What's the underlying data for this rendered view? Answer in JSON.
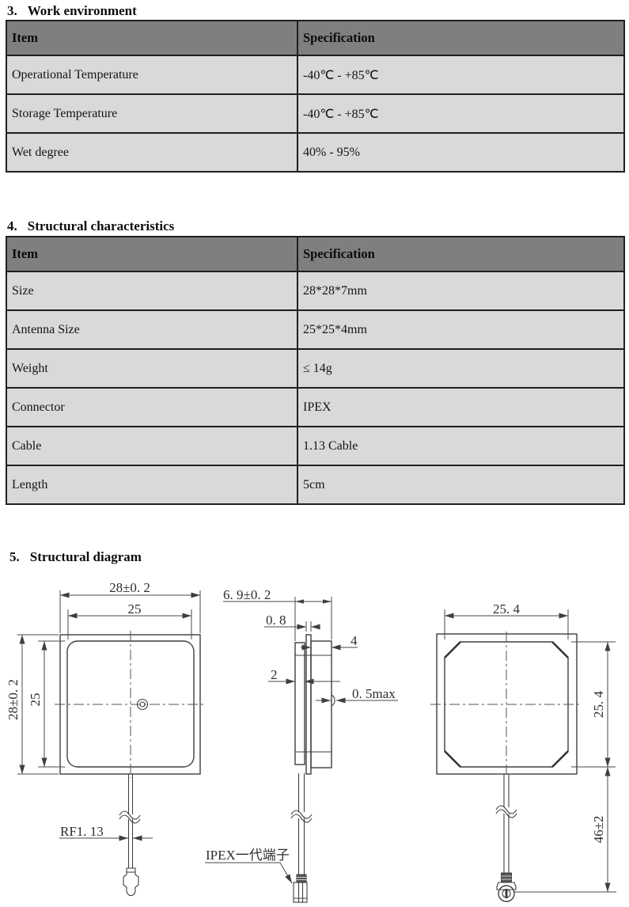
{
  "colors": {
    "table_header_bg": "#7f7f7f",
    "table_row_bg": "#d9d9d9",
    "table_border": "#1f1f1f",
    "drawing_line": "#3f3f3f"
  },
  "sections": {
    "work_env": {
      "number": "3.",
      "title": "Work environment",
      "table": {
        "headers": [
          "Item",
          "Specification"
        ],
        "rows": [
          [
            "Operational Temperature",
            "-40℃ - +85℃"
          ],
          [
            "Storage Temperature",
            "-40℃ - +85℃"
          ],
          [
            "Wet degree",
            "40% - 95%"
          ]
        ]
      }
    },
    "structural_char": {
      "number": "4.",
      "title": "Structural characteristics",
      "table": {
        "headers": [
          "Item",
          "Specification"
        ],
        "rows": [
          [
            "Size",
            "28*28*7mm"
          ],
          [
            "Antenna Size",
            "25*25*4mm"
          ],
          [
            "Weight",
            "≤ 14g"
          ],
          [
            "Connector",
            "IPEX"
          ],
          [
            "Cable",
            "1.13 Cable"
          ],
          [
            "Length",
            "5cm"
          ]
        ]
      }
    },
    "structural_diagram": {
      "number": "5.",
      "title": "Structural diagram",
      "front_view": {
        "dim_outer": "28±0. 2",
        "dim_inner": "25",
        "cable_label": "RF1. 13"
      },
      "side_view": {
        "dim_thickness": "6. 9±0. 2",
        "dim_pcb": "0. 8",
        "dim_patch": "4",
        "dim_base": "2",
        "dim_protrusion": "0. 5max",
        "connector_label": "IPEX一代端子"
      },
      "back_view": {
        "dim_width": "25. 4",
        "dim_height": "25. 4",
        "dim_cable_length": "46±2"
      }
    }
  }
}
